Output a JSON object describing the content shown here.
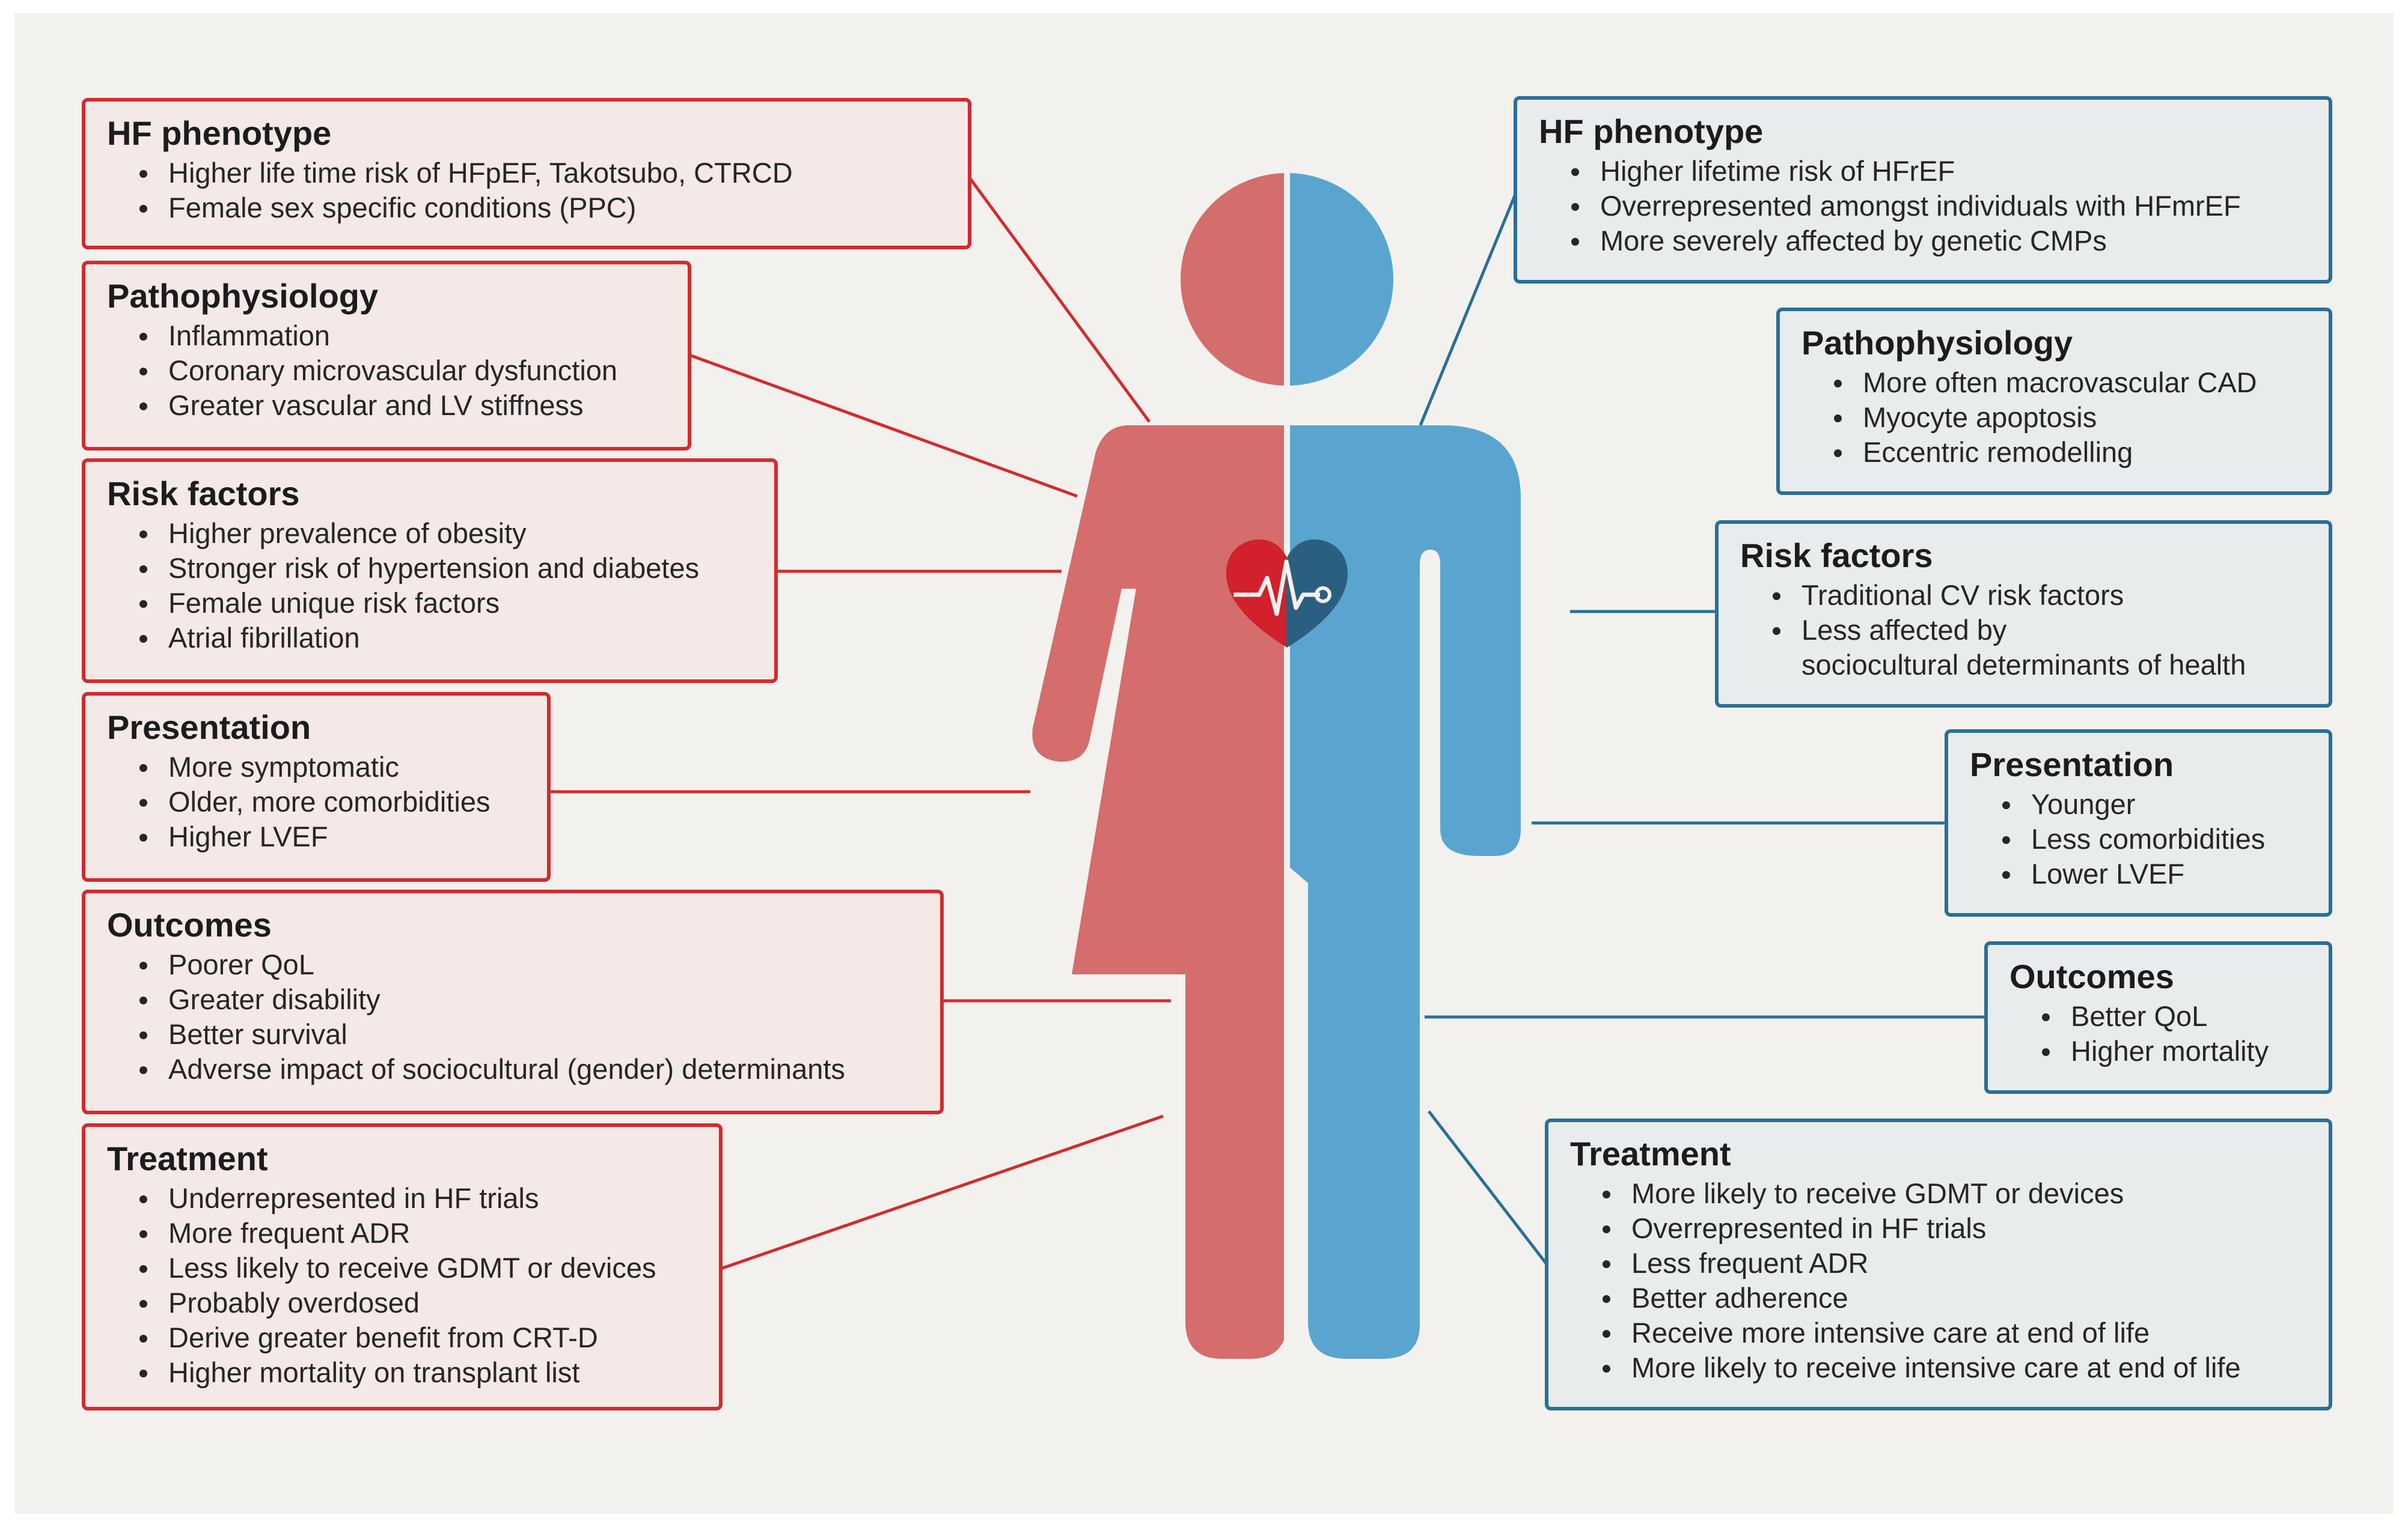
{
  "colors": {
    "female_border": "#d42a2e",
    "female_fill": "#f4e9e7",
    "female_figure": "#d46d6c",
    "male_border": "#2a6f96",
    "male_fill": "#e9ecec",
    "male_figure": "#5aa5cf",
    "background": "#f2f1ee"
  },
  "icons": {
    "figure": "female-male-split-figure-icon",
    "heart": "heart-ecg-icon"
  },
  "female": [
    {
      "heading": "HF phenotype",
      "items": [
        "Higher life time risk of HFpEF, Takotsubo, CTRCD",
        "Female sex specific conditions (PPC)"
      ]
    },
    {
      "heading": "Pathophysiology",
      "items": [
        "Inflammation",
        "Coronary microvascular dysfunction",
        "Greater vascular and LV stiffness"
      ]
    },
    {
      "heading": "Risk factors",
      "items": [
        "Higher prevalence of obesity",
        "Stronger risk of hypertension and diabetes",
        "Female unique risk factors",
        "Atrial fibrillation"
      ]
    },
    {
      "heading": "Presentation",
      "items": [
        "More symptomatic",
        "Older, more comorbidities",
        "Higher LVEF"
      ]
    },
    {
      "heading": "Outcomes",
      "items": [
        "Poorer QoL",
        "Greater disability",
        "Better survival",
        "Adverse impact of sociocultural (gender) determinants"
      ]
    },
    {
      "heading": "Treatment",
      "items": [
        "Underrepresented in HF trials",
        "More frequent ADR",
        "Less likely to receive GDMT or devices",
        "Probably overdosed",
        "Derive greater benefit from CRT-D",
        "Higher mortality on transplant list"
      ]
    }
  ],
  "male": [
    {
      "heading": "HF phenotype",
      "items": [
        "Higher lifetime risk of HFrEF",
        "Overrepresented amongst individuals with HFmrEF",
        "More severely affected by genetic CMPs"
      ]
    },
    {
      "heading": "Pathophysiology",
      "items": [
        "More often macrovascular CAD",
        "Myocyte apoptosis",
        "Eccentric remodelling"
      ]
    },
    {
      "heading": "Risk factors",
      "items": [
        "Traditional CV risk factors",
        "Less affected by",
        "sociocultural determinants of health"
      ]
    },
    {
      "heading": "Presentation",
      "items": [
        "Younger",
        "Less comorbidities",
        "Lower LVEF"
      ]
    },
    {
      "heading": "Outcomes",
      "items": [
        "Better QoL",
        "Higher mortality"
      ]
    },
    {
      "heading": "Treatment",
      "items": [
        "More likely to receive GDMT or devices",
        "Overrepresented in HF trials",
        "Less frequent ADR",
        "Better adherence",
        "Receive more intensive care at end of life",
        "More likely to receive intensive care at end of life"
      ]
    }
  ]
}
